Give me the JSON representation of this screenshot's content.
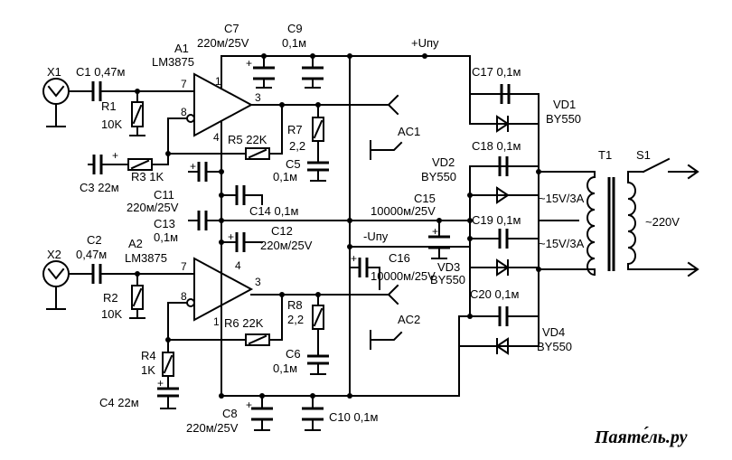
{
  "components": {
    "X1": "X1",
    "C1": "C1 0,47м",
    "R1": "R1",
    "R1v": "10K",
    "A1": "A1",
    "A1t": "LM3875",
    "C7": "C7",
    "C7v": "220м/25V",
    "C9": "C9",
    "C9v": "0,1м",
    "upos": "+Uпу",
    "p7a": "7",
    "p1a": "1",
    "p3a": "3",
    "p8a": "8",
    "p4a": "4",
    "R5": "R5 22K",
    "R7": "R7",
    "R7v": "2,2",
    "C5": "C5",
    "C5v": "0,1м",
    "AC1": "AC1",
    "R3": "R3 1K",
    "C3": "C3 22м",
    "C11": "C11",
    "C11v": "220м/25V",
    "C14": "C14 0,1м",
    "C13": "C13",
    "C13v": "0,1м",
    "C12": "C12",
    "C12v": "220м/25V",
    "C15": "C15",
    "C15v": "10000м/25V",
    "uneg": "-Uпу",
    "C16": "C16",
    "C16v": "10000м/25V",
    "C17": "C17 0,1м",
    "VD1": "VD1",
    "VD1v": "BY550",
    "VD2": "VD2",
    "VD2v": "BY550",
    "C18": "C18 0,1м",
    "T1": "T1",
    "S1": "S1",
    "v15a": "~15V/3A",
    "v15b": "~15V/3A",
    "v220": "~220V",
    "C19": "C19 0,1м",
    "VD3": "VD3",
    "VD3v": "BY550",
    "C20": "C20 0,1м",
    "VD4": "VD4",
    "VD4v": "BY550",
    "X2": "X2",
    "C2": "C2",
    "C2v": "0,47м",
    "A2": "A2",
    "A2t": "LM3875",
    "R2": "R2",
    "R2v": "10K",
    "p7b": "7",
    "p4b": "4",
    "p3b": "3",
    "p8b": "8",
    "p1b": "1",
    "R6": "R6 22K",
    "R8": "R8",
    "R8v": "2,2",
    "AC2": "AC2",
    "C6": "C6",
    "C6v": "0,1м",
    "R4": "R4",
    "R4v": "1K",
    "C4": "C4 22м",
    "C8": "C8",
    "C8v": "220м/25V",
    "C10": "C10 0,1м",
    "plus": "+"
  },
  "watermark": "Паяте́ль.ру"
}
